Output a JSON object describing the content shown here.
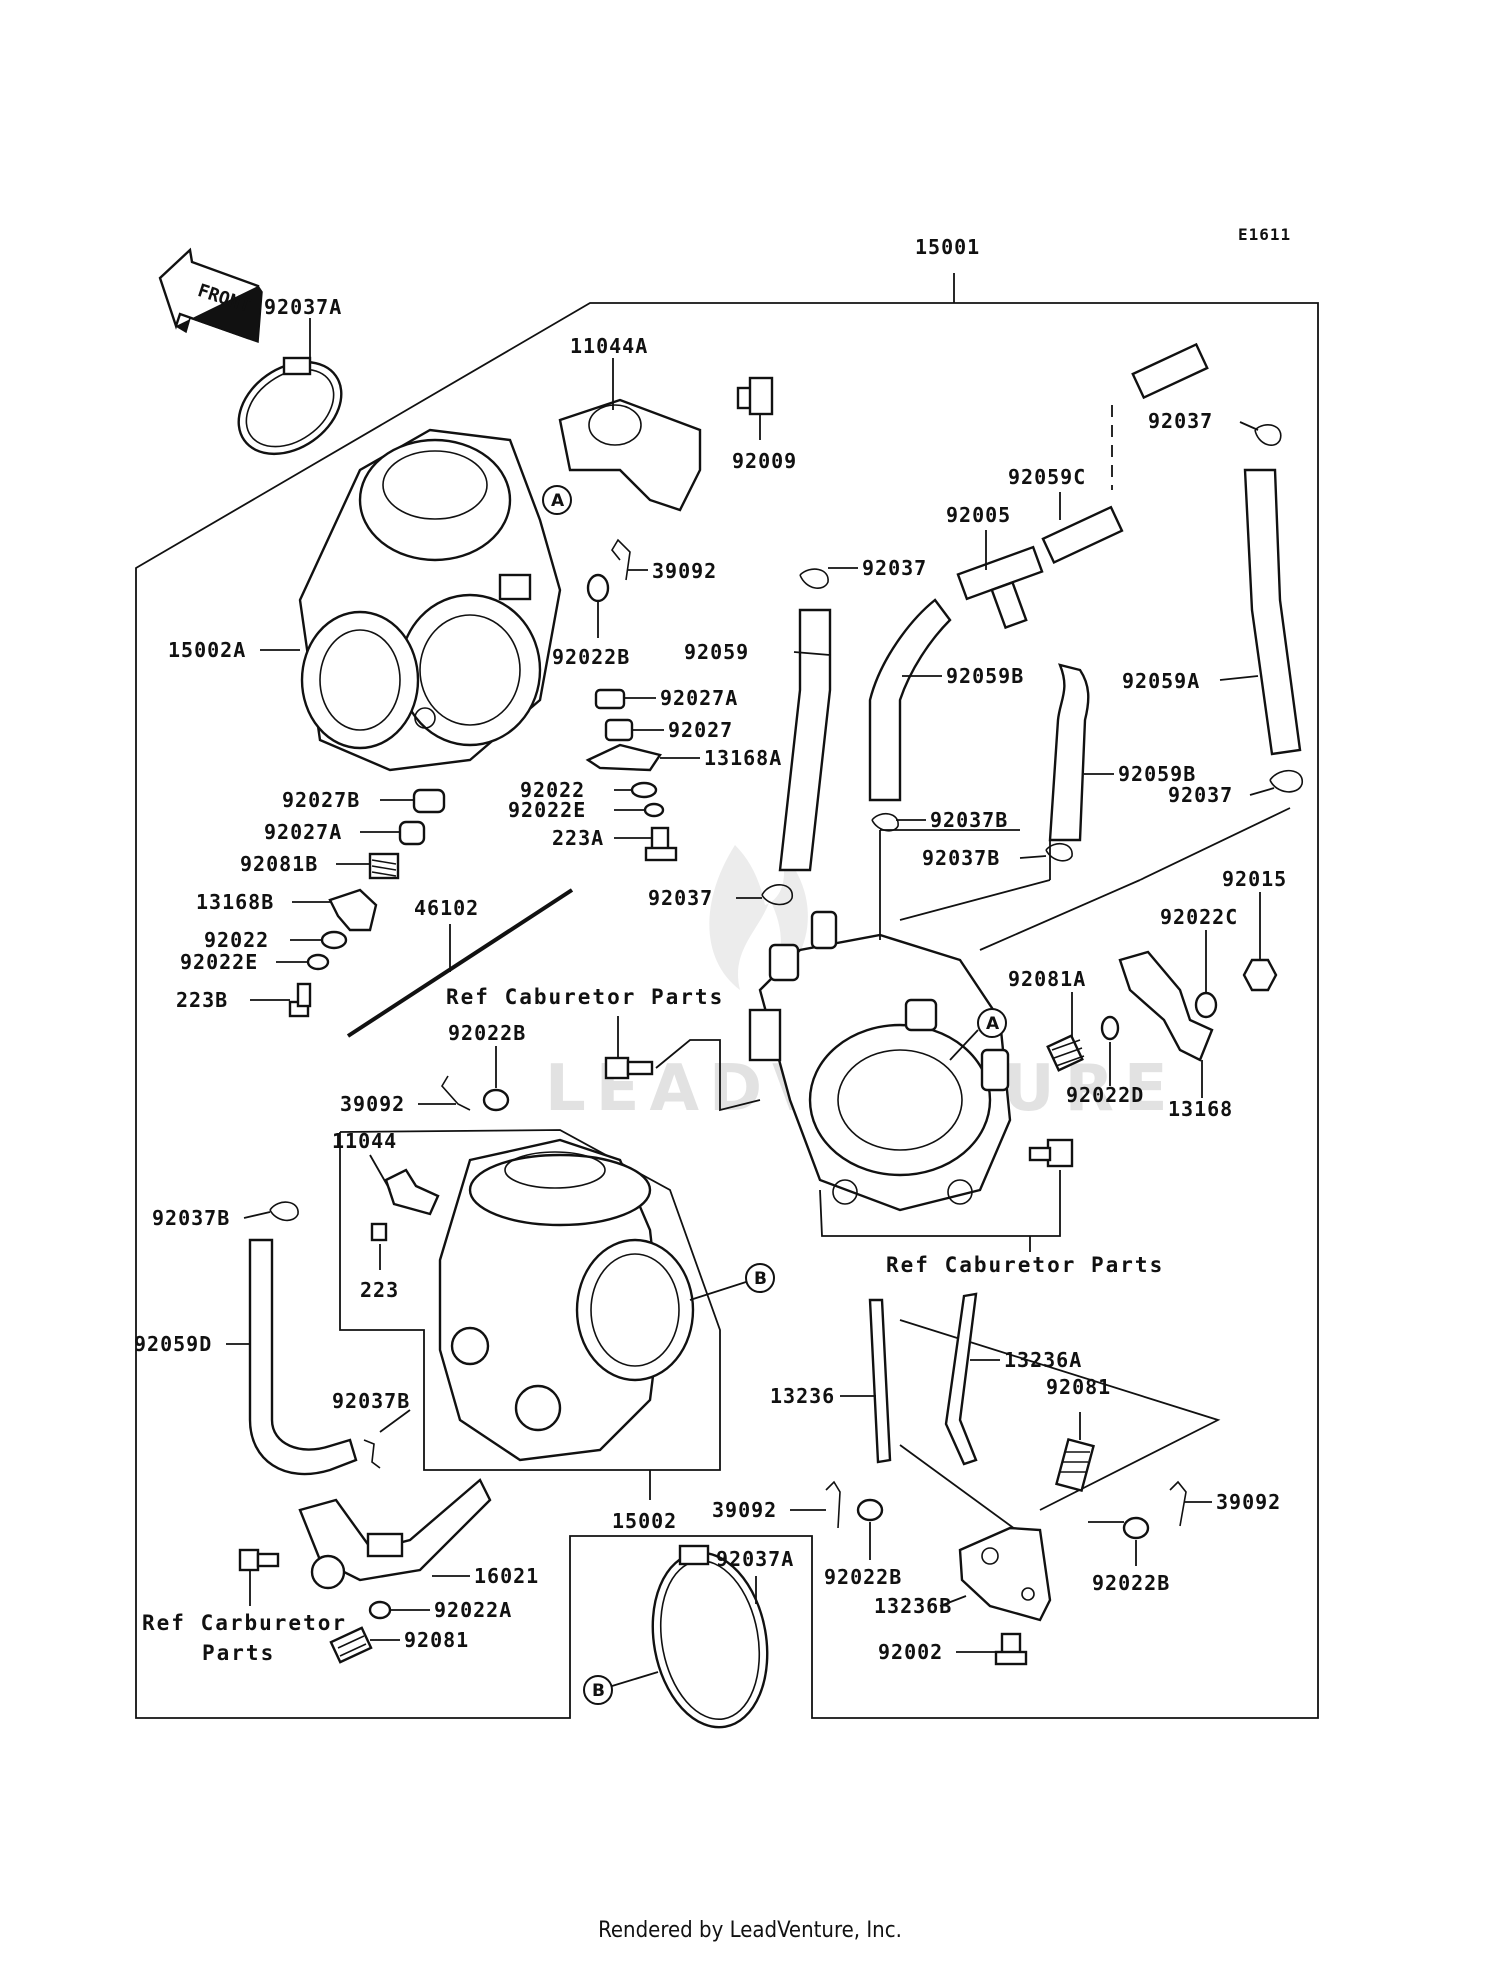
{
  "diagram": {
    "code": "E1611",
    "front_label": "FRONT",
    "watermark": "LEADVENTURE",
    "parts": {
      "p15001": "15001",
      "p92037A_top": "92037A",
      "p11044A": "11044A",
      "p92009": "92009",
      "p92037_tr": "92037",
      "p92059C": "92059C",
      "p92005": "92005",
      "p39092_top": "39092",
      "p92037_mid": "92037",
      "p15002A": "15002A",
      "p92022B_top": "92022B",
      "p92059": "92059",
      "p92059B_a": "92059B",
      "p92059A": "92059A",
      "p92027A_a": "92027A",
      "p92027": "92027",
      "p13168A": "13168A",
      "p92059B_b": "92059B",
      "p92022": "92022",
      "p92022E": "92022E",
      "p92037_r": "92037",
      "p223A": "223A",
      "p92027B": "92027B",
      "p92037B_a": "92037B",
      "p92027A_b": "92027A",
      "p92037B_b": "92037B",
      "p92081B": "92081B",
      "p92015": "92015",
      "p13168B": "13168B",
      "p46102": "46102",
      "p92037_c": "92037",
      "p92022C": "92022C",
      "p92022_b": "92022",
      "p92022E_b": "92022E",
      "p92081A": "92081A",
      "p223B": "223B",
      "p92022B_mid": "92022B",
      "p92022D": "92022D",
      "p39092_mid": "39092",
      "p13168": "13168",
      "p11044": "11044",
      "p92037B_c": "92037B",
      "p223": "223",
      "p92059D": "92059D",
      "p13236A": "13236A",
      "p92037B_d": "92037B",
      "p92081_a": "92081",
      "p13236": "13236",
      "p39092_b": "39092",
      "p39092_r": "39092",
      "p15002": "15002",
      "p92037A_b": "92037A",
      "p92022B_b": "92022B",
      "p16021": "16021",
      "p13236B": "13236B",
      "p92022B_r": "92022B",
      "p92022A": "92022A",
      "p92081_b": "92081",
      "p92002": "92002"
    },
    "refs": {
      "ref_top": "Ref Caburetor Parts",
      "ref_mid": "Ref Caburetor Parts",
      "ref_bottom_1": "Ref Carburetor",
      "ref_bottom_2": "Parts"
    },
    "callouts": {
      "a1": "A",
      "a2": "A",
      "b1": "B",
      "b2": "B"
    }
  },
  "footer": "Rendered by LeadVenture, Inc."
}
